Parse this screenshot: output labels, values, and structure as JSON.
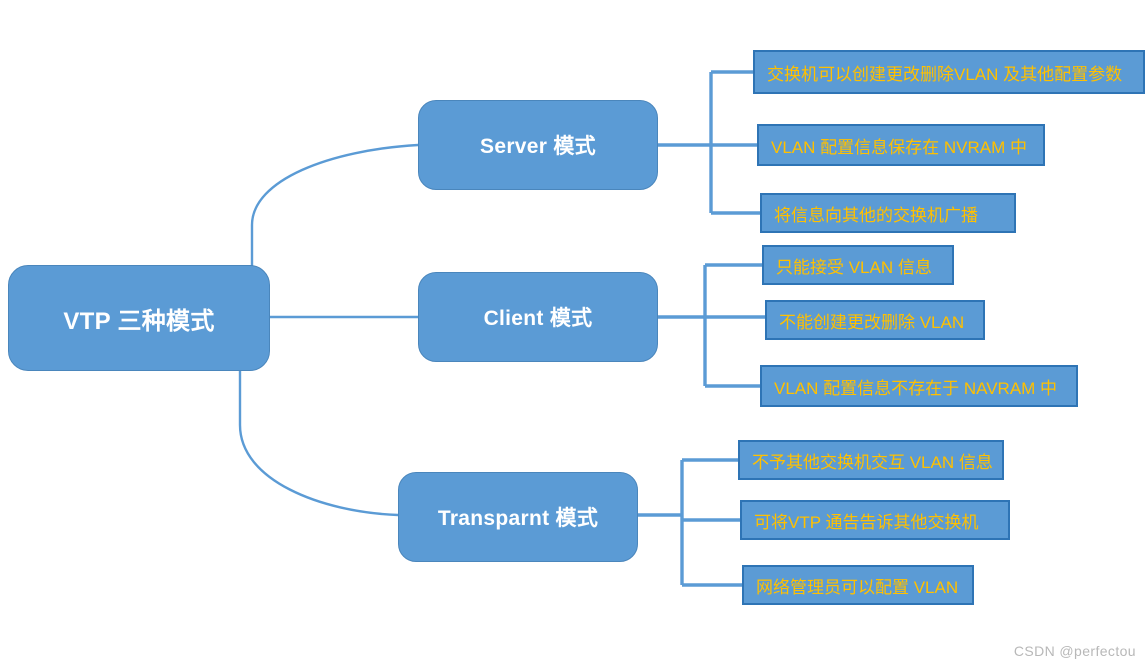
{
  "diagram": {
    "title": "VTP 三种模式",
    "colors": {
      "node_fill": "#5B9BD5",
      "node_border": "#4A86BC",
      "node_text": "#FFFFFF",
      "leaf_fill": "#5B9BD5",
      "leaf_border": "#2E74B5",
      "leaf_text": "#FFC000",
      "connector": "#5B9BD5",
      "background": "#FFFFFF",
      "watermark_text": "#B8B8B8"
    },
    "root": {
      "label": "VTP 三种模式"
    },
    "branches": [
      {
        "label": "Server 模式",
        "leaves": [
          "交换机可以创建更改删除VLAN 及其他配置参数",
          "VLAN 配置信息保存在 NVRAM 中",
          "将信息向其他的交换机广播"
        ]
      },
      {
        "label": "Client 模式",
        "leaves": [
          "只能接受 VLAN 信息",
          "不能创建更改删除 VLAN",
          "VLAN 配置信息不存在于 NAVRAM 中"
        ]
      },
      {
        "label": "Transparnt 模式",
        "leaves": [
          "不予其他交换机交互 VLAN 信息",
          "可将VTP 通告告诉其他交换机",
          "网络管理员可以配置 VLAN"
        ]
      }
    ]
  },
  "watermark": {
    "text": "CSDN @perfectou"
  }
}
